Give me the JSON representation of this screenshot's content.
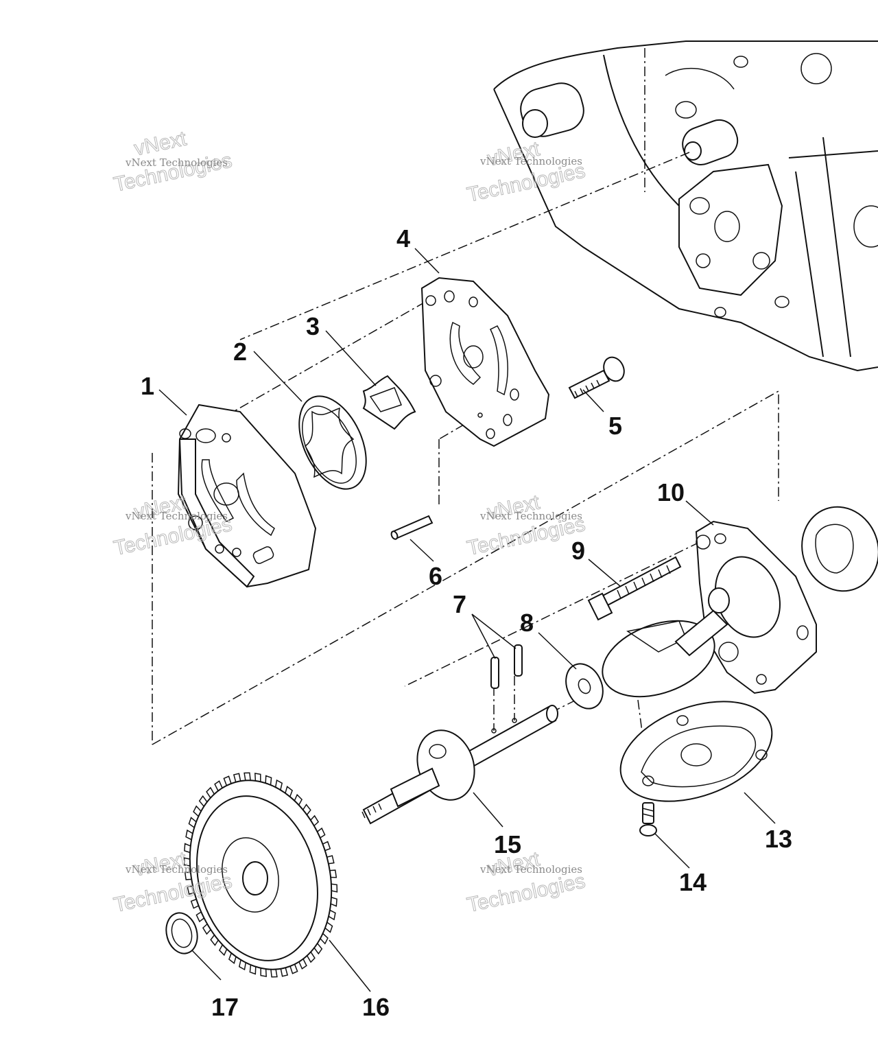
{
  "diagram": {
    "callouts": [
      {
        "id": "c1",
        "text": "1"
      },
      {
        "id": "c2",
        "text": "2"
      },
      {
        "id": "c3",
        "text": "3"
      },
      {
        "id": "c4",
        "text": "4"
      },
      {
        "id": "c5",
        "text": "5"
      },
      {
        "id": "c6",
        "text": "6"
      },
      {
        "id": "c7",
        "text": "7"
      },
      {
        "id": "c8",
        "text": "8"
      },
      {
        "id": "c9",
        "text": "9"
      },
      {
        "id": "c10",
        "text": "10"
      },
      {
        "id": "c13",
        "text": "13"
      },
      {
        "id": "c14",
        "text": "14"
      },
      {
        "id": "c15",
        "text": "15"
      },
      {
        "id": "c16",
        "text": "16"
      },
      {
        "id": "c17",
        "text": "17"
      }
    ],
    "watermark": {
      "line1": "vNext Technologies",
      "big1": "vNext",
      "big2": "Technologies"
    }
  }
}
